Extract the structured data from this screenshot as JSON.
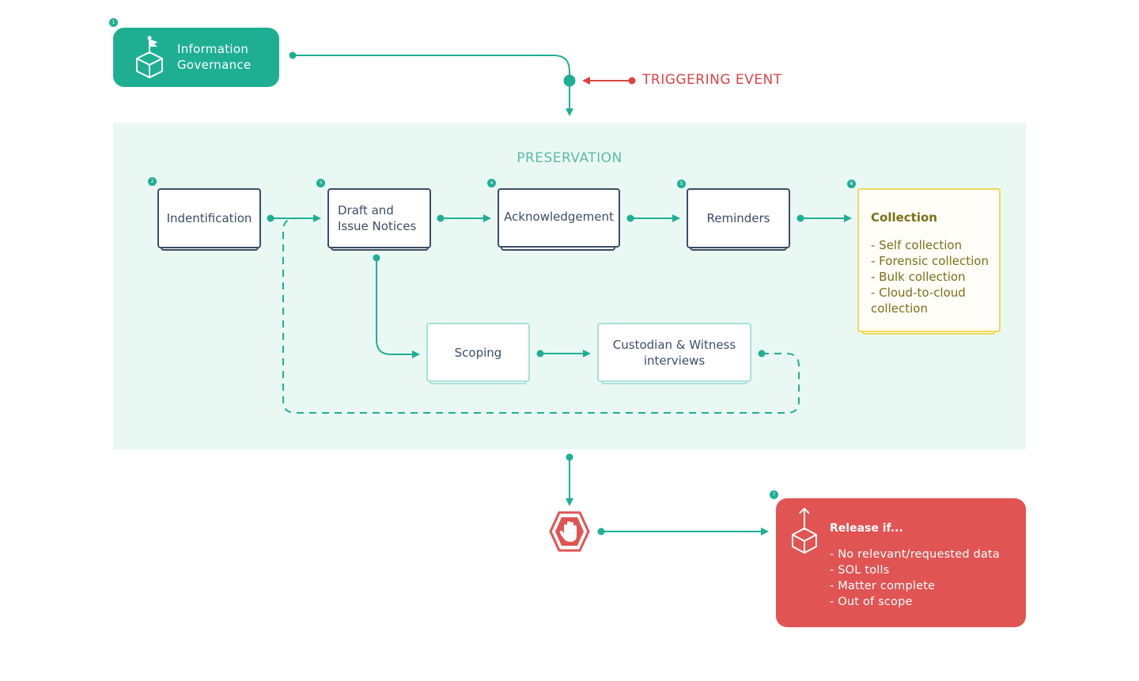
{
  "colors": {
    "teal": "#1eaf93",
    "navy": "#3c4d66",
    "light_teal": "#a6e2d2",
    "panel_bg": "#eaf8f4",
    "yellow": "#f0d85a",
    "olive_text": "#7b6f16",
    "red": "#e05454"
  },
  "info_governance": {
    "badge": "1",
    "label": "Information\nGovernance",
    "icon": "box-flag-icon"
  },
  "trigger": {
    "label": "TRIGGERING EVENT"
  },
  "preservation": {
    "title": "PRESERVATION"
  },
  "steps": {
    "identification": {
      "badge": "2",
      "label": "Indentification"
    },
    "draft": {
      "badge": "3",
      "label": "Draft and\nIssue Notices"
    },
    "acknowledgement": {
      "badge": "4",
      "label": "Acknowledgement"
    },
    "reminders": {
      "badge": "5",
      "label": "Reminders"
    },
    "collection": {
      "badge": "6",
      "title": "Collection",
      "items": "- Self collection\n- Forensic collection\n- Bulk collection\n- Cloud-to-cloud\n  collection"
    },
    "scoping": {
      "label": "Scoping"
    },
    "interviews": {
      "label": "Custodian & Witness\ninterviews"
    }
  },
  "stop": {
    "icon": "stop-hand-icon"
  },
  "release": {
    "badge": "7",
    "title": "Release if...",
    "items": "- No relevant/requested data\n- SOL tolls\n- Matter complete\n- Out of scope",
    "icon": "box-upload-icon"
  }
}
